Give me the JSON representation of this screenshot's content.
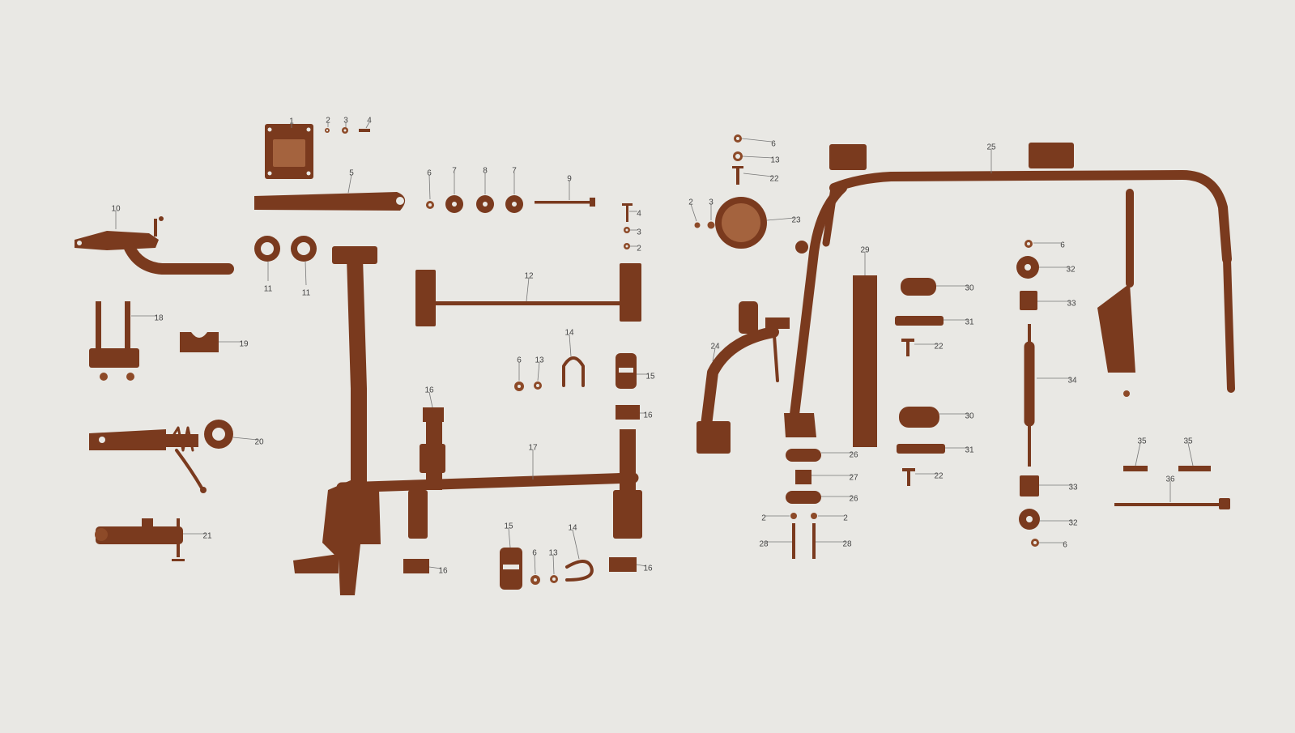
{
  "diagram": {
    "type": "exploded-parts-diagram",
    "colors": {
      "background": "#e9e8e4",
      "part": "#7a3a1e",
      "part_light": "#a4633e",
      "label": "#444444"
    },
    "callouts": [
      {
        "id": "c1",
        "label": "1"
      },
      {
        "id": "c2a",
        "label": "2"
      },
      {
        "id": "c3a",
        "label": "3"
      },
      {
        "id": "c4a",
        "label": "4"
      },
      {
        "id": "c5",
        "label": "5"
      },
      {
        "id": "c6a",
        "label": "6"
      },
      {
        "id": "c7a",
        "label": "7"
      },
      {
        "id": "c8",
        "label": "8"
      },
      {
        "id": "c7b",
        "label": "7"
      },
      {
        "id": "c9",
        "label": "9"
      },
      {
        "id": "c10",
        "label": "10"
      },
      {
        "id": "c11a",
        "label": "11"
      },
      {
        "id": "c11b",
        "label": "11"
      },
      {
        "id": "c4b",
        "label": "4"
      },
      {
        "id": "c3b",
        "label": "3"
      },
      {
        "id": "c2b",
        "label": "2"
      },
      {
        "id": "c12",
        "label": "12"
      },
      {
        "id": "c18",
        "label": "18"
      },
      {
        "id": "c19",
        "label": "19"
      },
      {
        "id": "c14a",
        "label": "14"
      },
      {
        "id": "c6b",
        "label": "6"
      },
      {
        "id": "c13a",
        "label": "13"
      },
      {
        "id": "c15a",
        "label": "15"
      },
      {
        "id": "c16a",
        "label": "16"
      },
      {
        "id": "c16b",
        "label": "16"
      },
      {
        "id": "c20",
        "label": "20"
      },
      {
        "id": "c17",
        "label": "17"
      },
      {
        "id": "c21",
        "label": "21"
      },
      {
        "id": "c15b",
        "label": "15"
      },
      {
        "id": "c14b",
        "label": "14"
      },
      {
        "id": "c6c",
        "label": "6"
      },
      {
        "id": "c13b",
        "label": "13"
      },
      {
        "id": "c16c",
        "label": "16"
      },
      {
        "id": "c16d",
        "label": "16"
      },
      {
        "id": "c6d",
        "label": "6"
      },
      {
        "id": "c13c",
        "label": "13"
      },
      {
        "id": "c22a",
        "label": "22"
      },
      {
        "id": "c25a",
        "label": "25"
      },
      {
        "id": "c2c",
        "label": "2"
      },
      {
        "id": "c3c",
        "label": "3"
      },
      {
        "id": "c23",
        "label": "23"
      },
      {
        "id": "c29",
        "label": "29"
      },
      {
        "id": "c6e",
        "label": "6"
      },
      {
        "id": "c32a",
        "label": "32"
      },
      {
        "id": "c30a",
        "label": "30"
      },
      {
        "id": "c33a",
        "label": "33"
      },
      {
        "id": "c31a",
        "label": "31"
      },
      {
        "id": "c22b",
        "label": "22"
      },
      {
        "id": "c24",
        "label": "24"
      },
      {
        "id": "c34",
        "label": "34"
      },
      {
        "id": "c30b",
        "label": "30"
      },
      {
        "id": "c31b",
        "label": "31"
      },
      {
        "id": "c26a",
        "label": "26"
      },
      {
        "id": "c27",
        "label": "27"
      },
      {
        "id": "c22c",
        "label": "22"
      },
      {
        "id": "c26b",
        "label": "26"
      },
      {
        "id": "c35a",
        "label": "35"
      },
      {
        "id": "c35b",
        "label": "35"
      },
      {
        "id": "c36",
        "label": "36"
      },
      {
        "id": "c33b",
        "label": "33"
      },
      {
        "id": "c2d",
        "label": "2"
      },
      {
        "id": "c2e",
        "label": "2"
      },
      {
        "id": "c28a",
        "label": "28"
      },
      {
        "id": "c28b",
        "label": "28"
      },
      {
        "id": "c32b",
        "label": "32"
      },
      {
        "id": "c6f",
        "label": "6"
      }
    ]
  }
}
